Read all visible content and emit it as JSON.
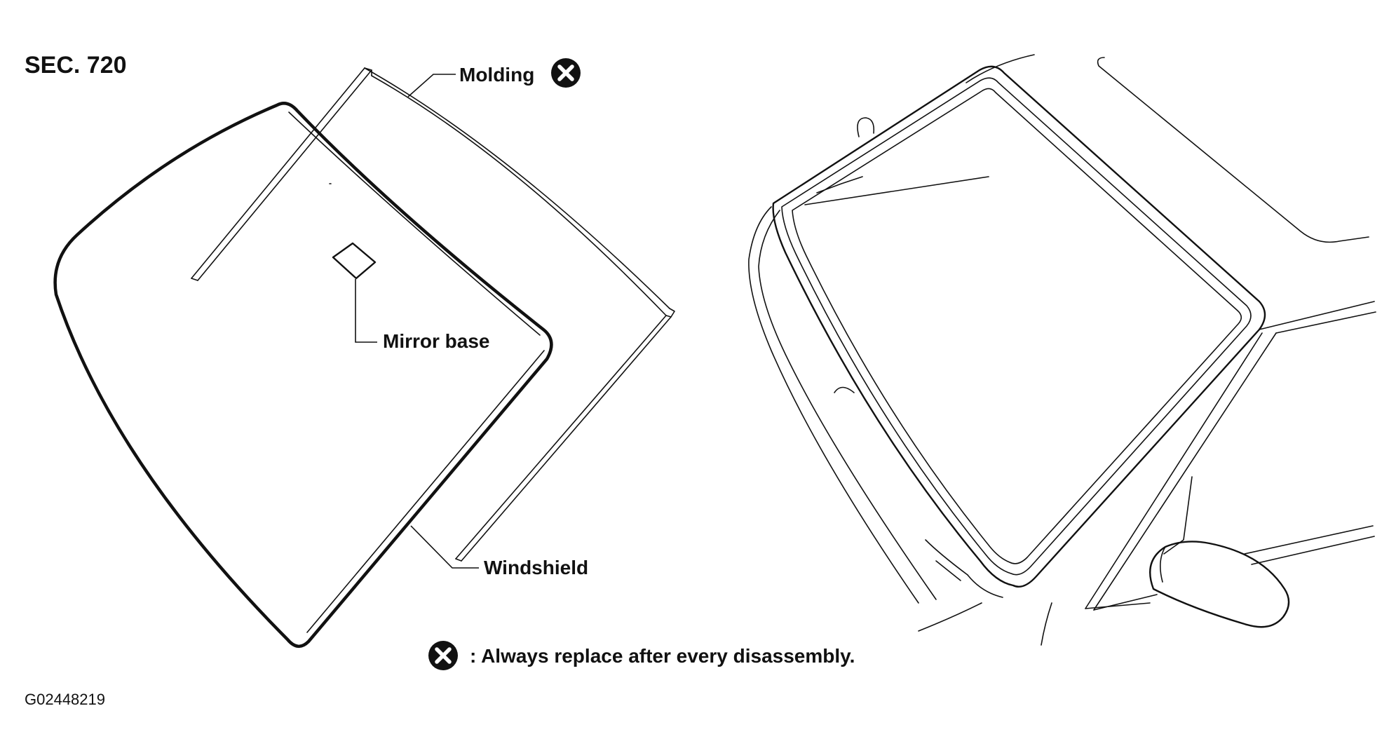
{
  "section_label": "SEC. 720",
  "callouts": {
    "molding": "Molding",
    "mirror_base": "Mirror base",
    "windshield": "Windshield"
  },
  "legend": {
    "text": ": Always replace after every disassembly."
  },
  "figure_code": "G02448219",
  "icons": {
    "replace_symbol": "x-circle-icon"
  },
  "colors": {
    "ink": "#111111",
    "background": "#ffffff"
  }
}
